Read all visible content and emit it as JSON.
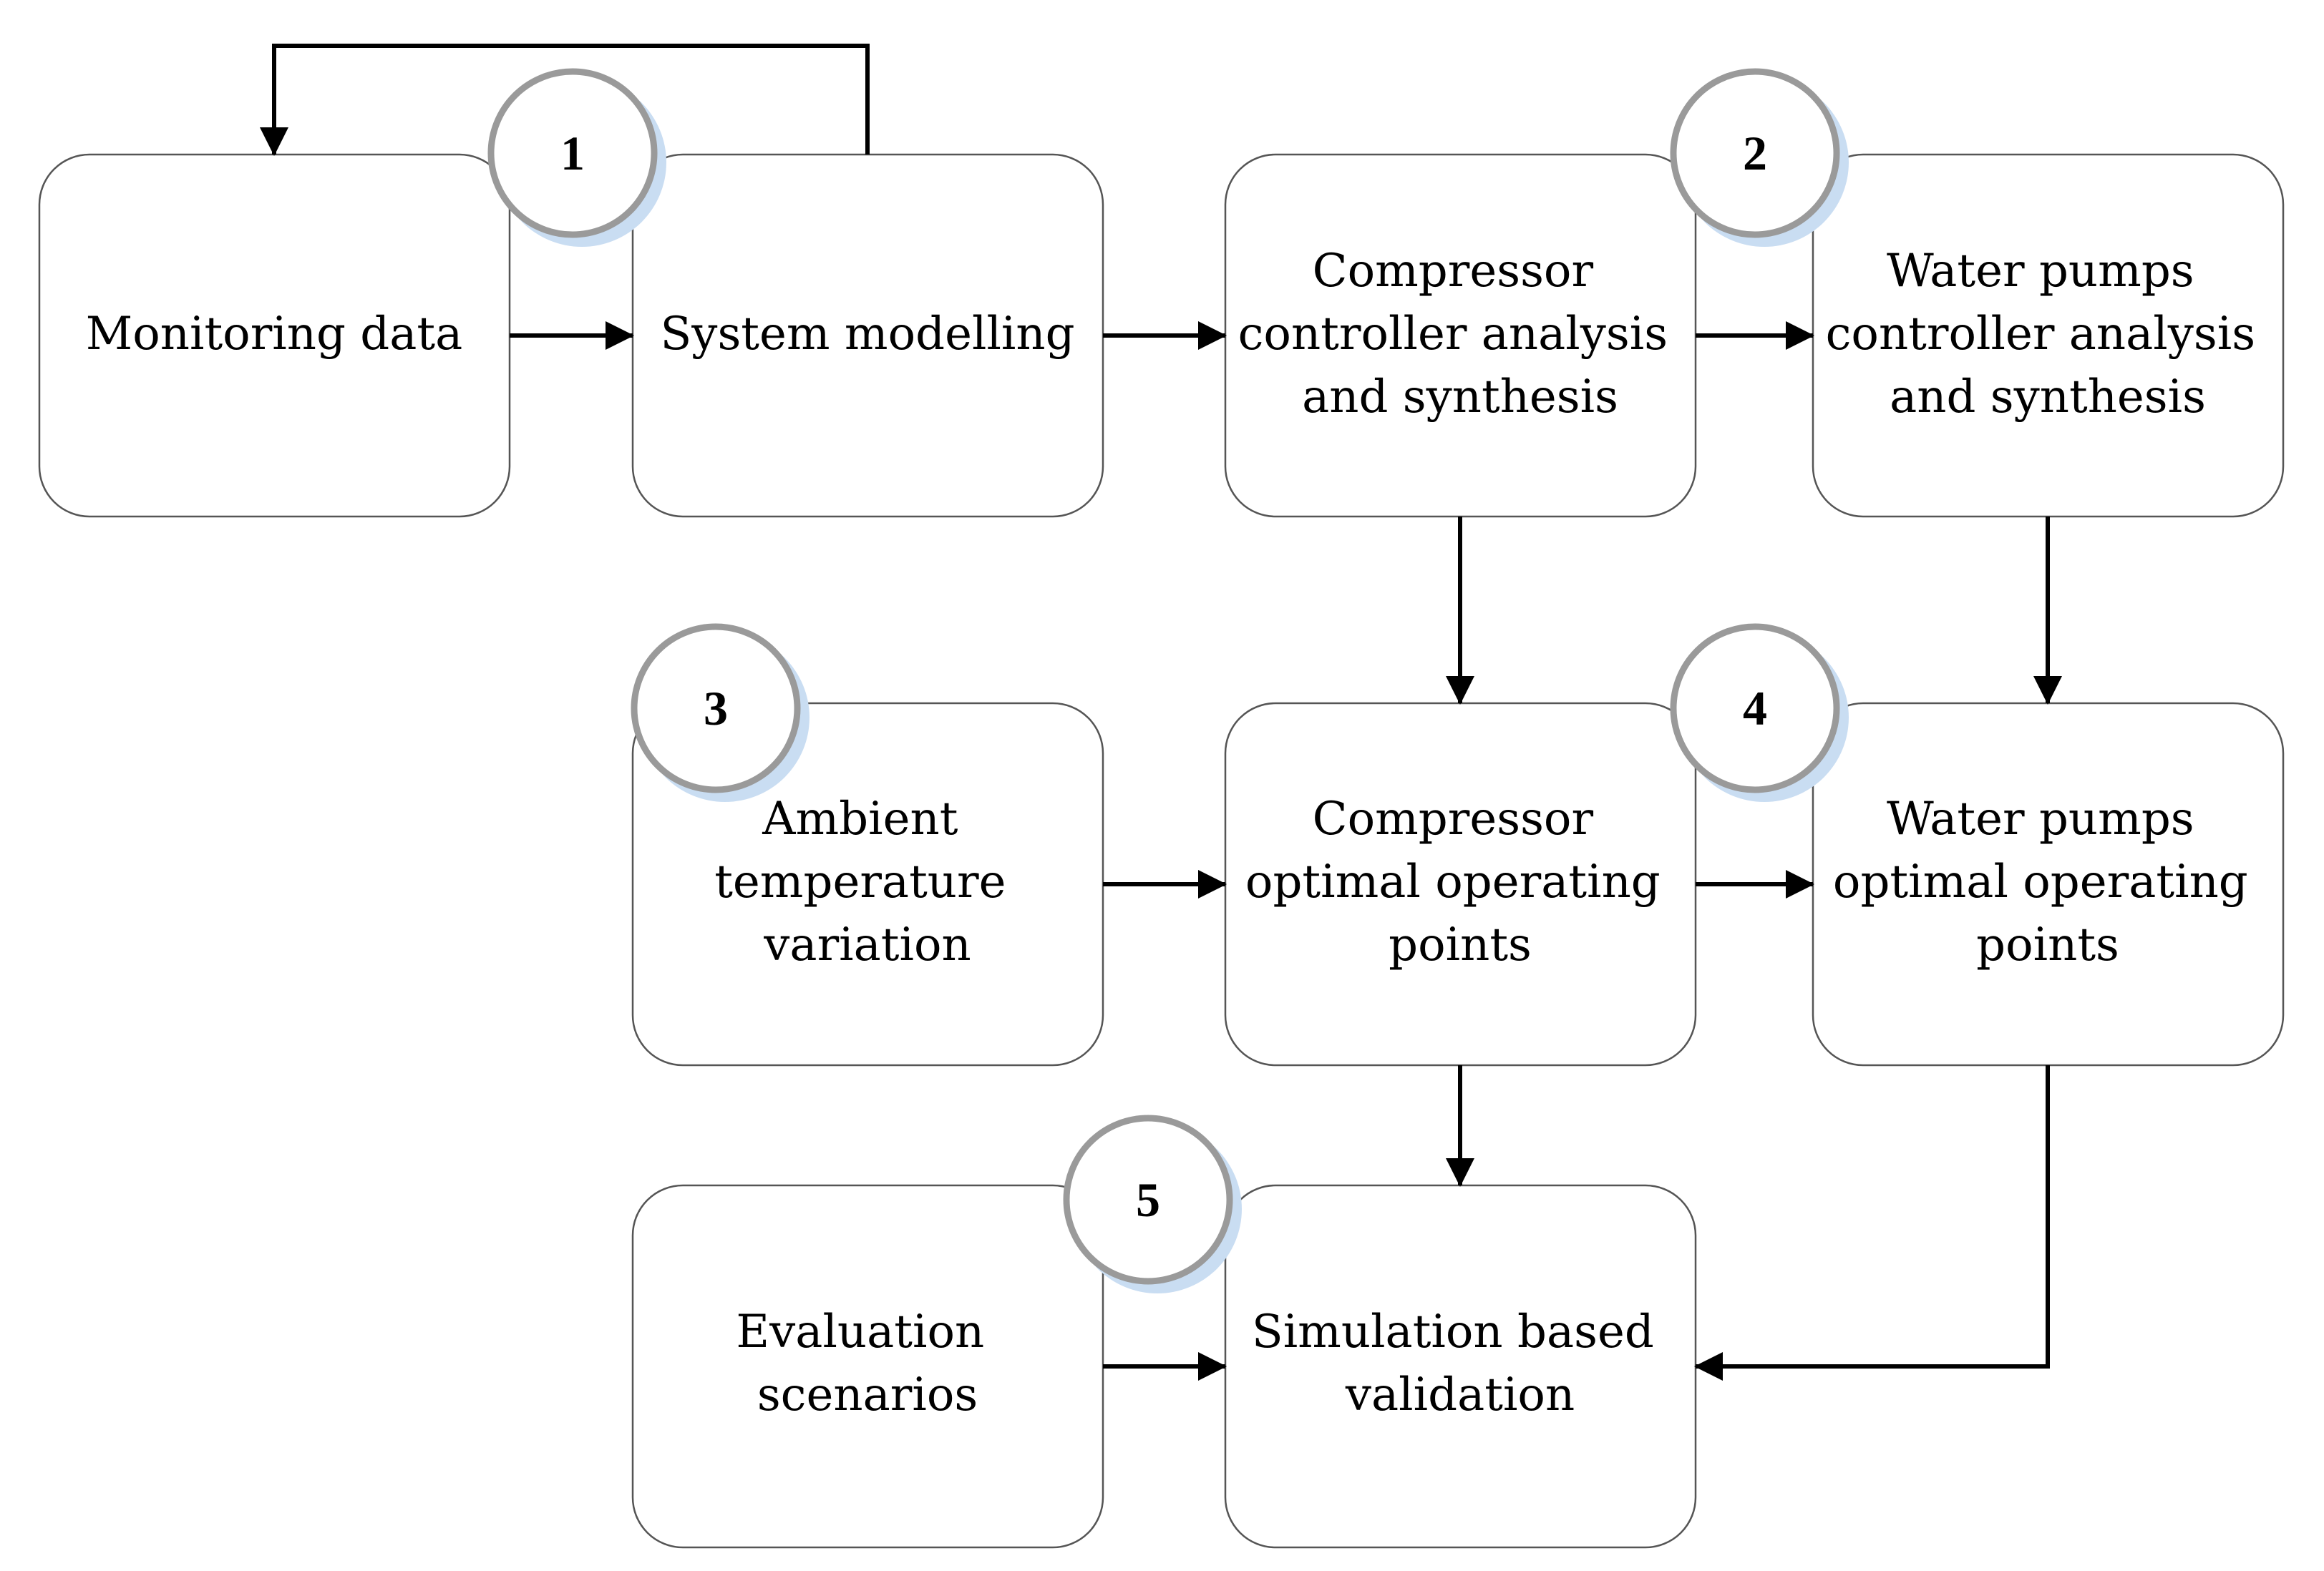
{
  "boxes": [
    {
      "id": "monitoring",
      "lines": [
        "Monitoring data"
      ]
    },
    {
      "id": "modelling",
      "lines": [
        "System modelling"
      ]
    },
    {
      "id": "comp-ctrl",
      "lines": [
        "Compressor",
        "controller analysis",
        "and synthesis"
      ]
    },
    {
      "id": "pump-ctrl",
      "lines": [
        "Water pumps",
        "controller analysis",
        "and synthesis"
      ]
    },
    {
      "id": "ambient",
      "lines": [
        "Ambient",
        "temperature",
        "variation"
      ]
    },
    {
      "id": "comp-opt",
      "lines": [
        "Compressor",
        "optimal operating",
        "points"
      ]
    },
    {
      "id": "pump-opt",
      "lines": [
        "Water pumps",
        "optimal operating",
        "points"
      ]
    },
    {
      "id": "scenarios",
      "lines": [
        "Evaluation",
        "scenarios"
      ]
    },
    {
      "id": "validation",
      "lines": [
        "Simulation based",
        "validation"
      ]
    }
  ],
  "badges": [
    {
      "id": "step-1",
      "label": "1"
    },
    {
      "id": "step-2",
      "label": "2"
    },
    {
      "id": "step-3",
      "label": "3"
    },
    {
      "id": "step-4",
      "label": "4"
    },
    {
      "id": "step-5",
      "label": "5"
    }
  ]
}
